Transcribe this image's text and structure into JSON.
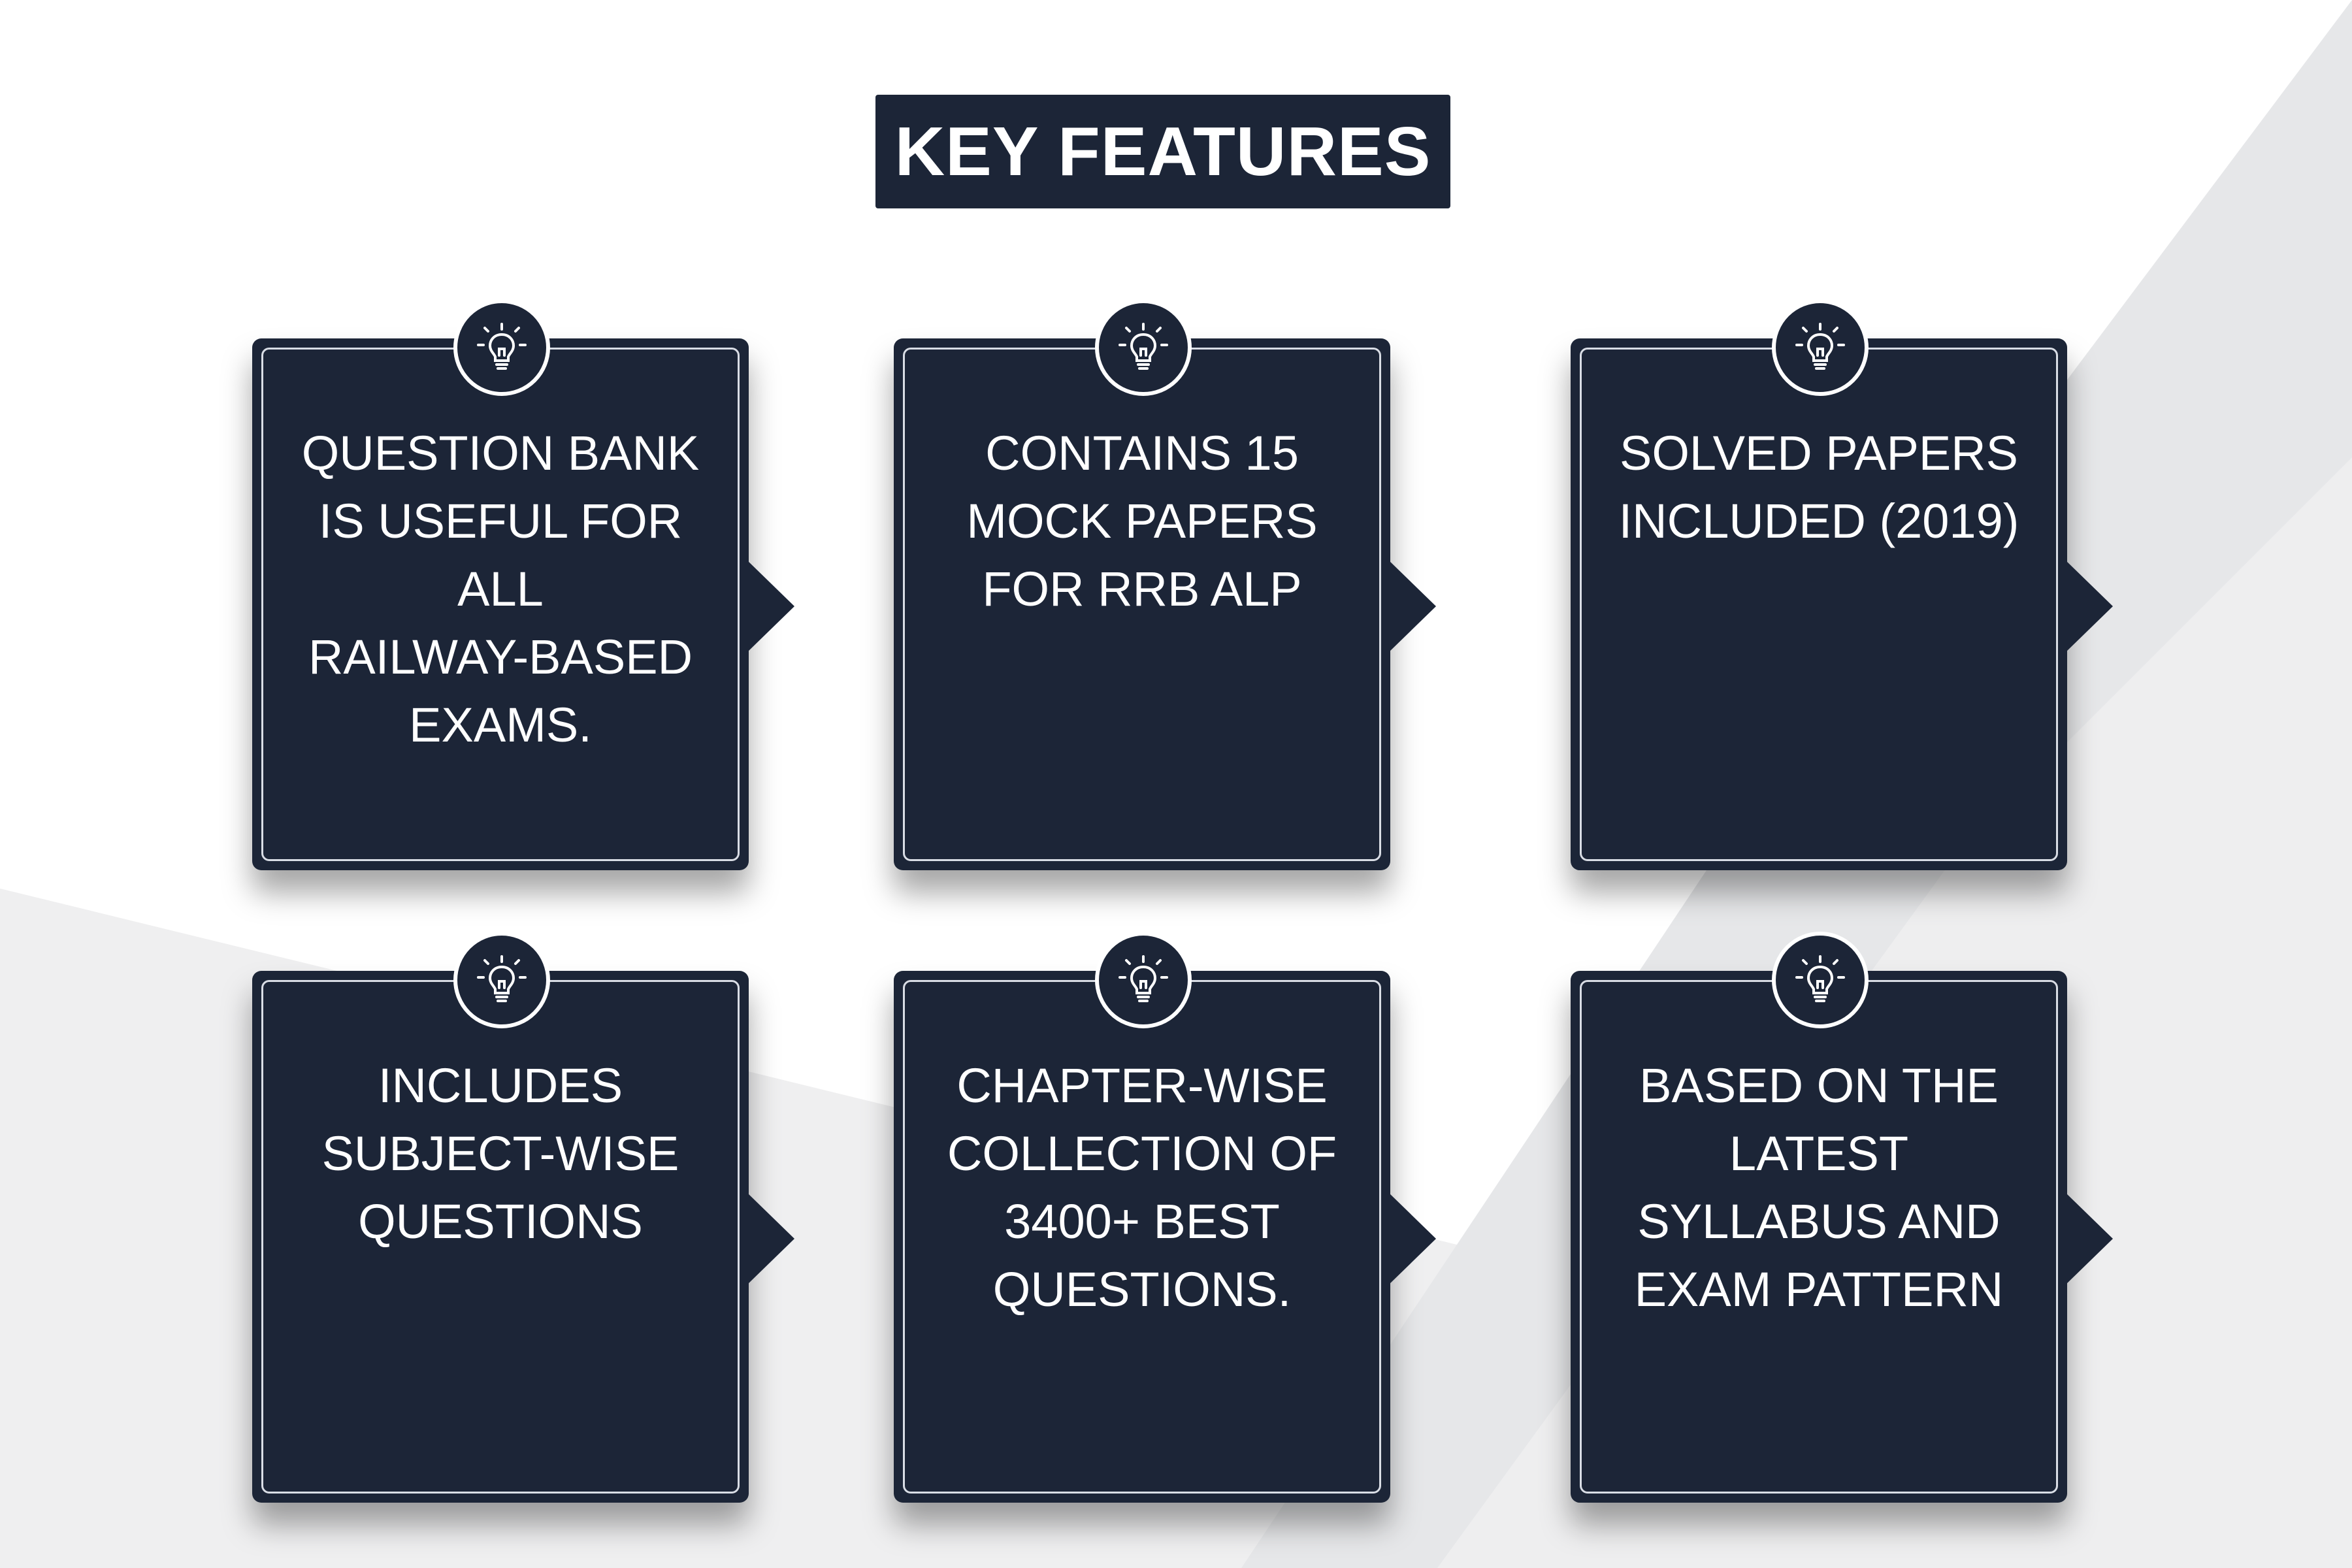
{
  "title": "KEY FEATURES",
  "colors": {
    "card": "#1c2537",
    "accent_border": "#d9dde5",
    "background": "#ffffff",
    "background_shape": "#ececed"
  },
  "cards": [
    {
      "icon": "lightbulb-icon",
      "text": "QUESTION BANK\nIS USEFUL FOR\nALL\nRAILWAY-BASED\nEXAMS."
    },
    {
      "icon": "lightbulb-icon",
      "text": "CONTAINS 15\nMOCK PAPERS\nFOR RRB ALP"
    },
    {
      "icon": "lightbulb-icon",
      "text": "SOLVED PAPERS\nINCLUDED (2019)"
    },
    {
      "icon": "lightbulb-icon",
      "text": "INCLUDES\nSUBJECT-WISE\nQUESTIONS"
    },
    {
      "icon": "lightbulb-icon",
      "text": "CHAPTER-WISE\nCOLLECTION OF\n3400+ BEST\nQUESTIONS."
    },
    {
      "icon": "lightbulb-icon",
      "text": "BASED ON THE\nLATEST\nSYLLABUS AND\nEXAM PATTERN"
    }
  ]
}
